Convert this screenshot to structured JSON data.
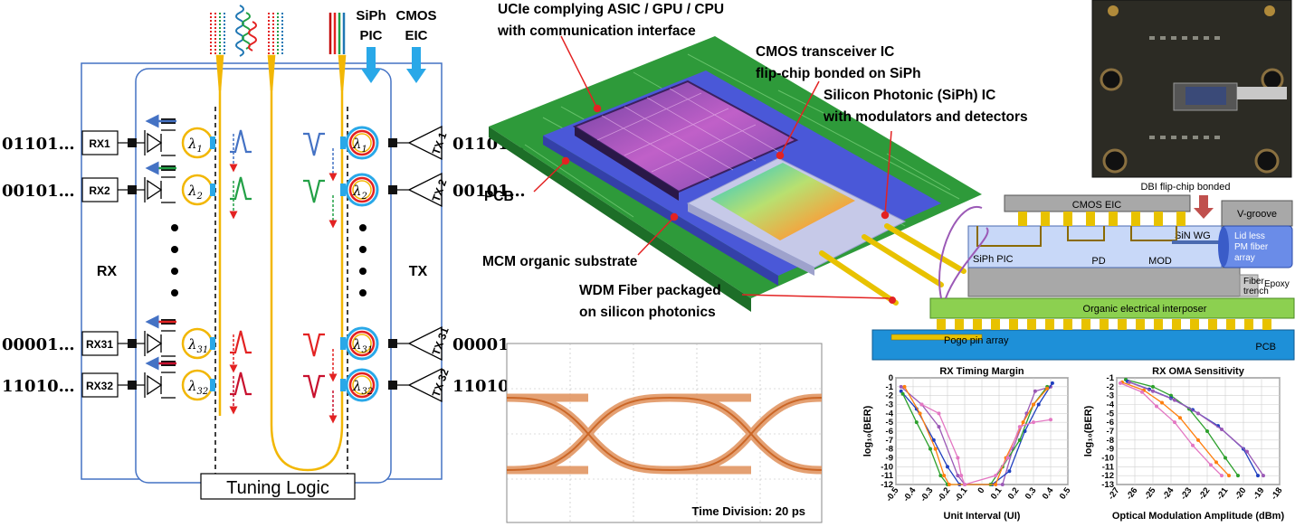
{
  "left_panel": {
    "header_siph": [
      "SiPh",
      "PIC"
    ],
    "header_cmos": [
      "CMOS",
      "EIC"
    ],
    "rx_label": "RX",
    "tx_label": "TX",
    "tuning_logic": "Tuning Logic",
    "channels": [
      {
        "bits_in": "01101…",
        "rx": "RX1",
        "lambda": "λ",
        "sub": "1",
        "tx": "TX 1",
        "bits_out": "01101…",
        "color": "#4472c4"
      },
      {
        "bits_in": "00101…",
        "rx": "RX2",
        "lambda": "λ",
        "sub": "2",
        "tx": "TX 2",
        "bits_out": "00101…",
        "color": "#22a046"
      },
      {
        "bits_in": "00001…",
        "rx": "RX31",
        "lambda": "λ",
        "sub": "31",
        "tx": "TX 31",
        "bits_out": "00001…",
        "color": "#e32222"
      },
      {
        "bits_in": "11010…",
        "rx": "RX32",
        "lambda": "λ",
        "sub": "32",
        "tx": "TX 32",
        "bits_out": "11010…",
        "color": "#c8102e"
      }
    ]
  },
  "package": {
    "ucie_line1": "UCIe complying ASIC / GPU / CPU",
    "ucie_line2": "with communication interface",
    "cmos_line1": "CMOS transceiver IC",
    "cmos_line2": "flip-chip bonded on SiPh",
    "siph_line1": "Silicon Photonic (SiPh) IC",
    "siph_line2": "with modulators and detectors",
    "pcb": "PCB",
    "mcm": "MCM organic substrate",
    "wdm_line1": "WDM Fiber packaged",
    "wdm_line2": "on silicon photonics"
  },
  "photo": {
    "caption": "DBI flip-chip bonded"
  },
  "cross_section": {
    "cmos_eic": "CMOS EIC",
    "v_groove": "V-groove",
    "lid_line1": "Lid less",
    "lid_line2": "PM fiber",
    "lid_line3": "array",
    "sin_wg": "SiN WG",
    "siph_pic": "SiPh PIC",
    "pd": "PD",
    "mod": "MOD",
    "fiber_trench_line1": "Fiber",
    "fiber_trench_line2": "trench",
    "epoxy": "Epoxy",
    "interposer": "Organic electrical interposer",
    "pogo": "Pogo pin array",
    "pcb": "PCB"
  },
  "eye": {
    "caption": "Time Division: 20 ps"
  },
  "charts": {
    "timing": {
      "title": "RX Timing Margin",
      "xlabel": "Unit Interval (UI)",
      "ylabel": "log₁₀(BER)"
    },
    "oma": {
      "title": "RX OMA Sensitivity",
      "xlabel": "Optical Modulation Amplitude (dBm)",
      "ylabel": "log₁₀(BER)"
    }
  },
  "chart_data": [
    {
      "type": "line",
      "title": "RX Timing Margin",
      "xlabel": "Unit Interval (UI)",
      "ylabel": "log10(BER)",
      "xlim": [
        -0.5,
        0.5
      ],
      "ylim": [
        -12,
        0
      ],
      "xticks": [
        "-0.5",
        "-0.4",
        "-0.3",
        "-0.2",
        "-0.1",
        "0",
        "0.1",
        "0.2",
        "0.3",
        "0.4",
        "0.5"
      ],
      "yticks": [
        "0",
        "-1",
        "-2",
        "-3",
        "-4",
        "-5",
        "-6",
        "-7",
        "-8",
        "-9",
        "-10",
        "-11",
        "-12"
      ],
      "grid": true,
      "series": [
        {
          "color": "#9b59b6",
          "x": [
            -0.47,
            -0.35,
            -0.25,
            -0.14,
            -0.1,
            0.12,
            0.18,
            0.26,
            0.31,
            0.4
          ],
          "y": [
            -1,
            -3,
            -5.5,
            -11,
            -12,
            -12,
            -8,
            -4,
            -1.5,
            -1
          ]
        },
        {
          "color": "#1f3fbf",
          "x": [
            -0.47,
            -0.38,
            -0.28,
            -0.2,
            -0.13,
            0.06,
            0.16,
            0.25,
            0.33,
            0.41
          ],
          "y": [
            -1.5,
            -3.5,
            -7,
            -10,
            -12,
            -12,
            -10.5,
            -6,
            -3,
            -0.6
          ]
        },
        {
          "color": "#2ca02c",
          "x": [
            -0.46,
            -0.38,
            -0.3,
            -0.24,
            -0.2,
            0.05,
            0.12,
            0.22,
            0.3,
            0.38
          ],
          "y": [
            -1.8,
            -5,
            -8,
            -11,
            -12,
            -12,
            -10,
            -7,
            -3,
            -1
          ]
        },
        {
          "color": "#ff7f0e",
          "x": [
            -0.45,
            -0.36,
            -0.27,
            -0.22,
            -0.19,
            0.08,
            0.14,
            0.24,
            0.3,
            0.38
          ],
          "y": [
            -1,
            -4,
            -8,
            -11,
            -12,
            -12,
            -9,
            -5,
            -3,
            -1.2
          ]
        },
        {
          "color": "#e377c2",
          "x": [
            -0.35,
            -0.25,
            -0.14,
            -0.12,
            -0.1,
            0.08,
            0.15,
            0.22,
            0.3,
            0.4
          ],
          "y": [
            -3,
            -4,
            -9,
            -11,
            -12,
            -11,
            -9,
            -5.5,
            -5,
            -4.7
          ]
        }
      ]
    },
    {
      "type": "line",
      "title": "RX OMA Sensitivity",
      "xlabel": "Optical Modulation Amplitude (dBm)",
      "ylabel": "log10(BER)",
      "xlim": [
        -27,
        -18
      ],
      "ylim": [
        -13,
        -1
      ],
      "xticks": [
        "-27",
        "-26",
        "-25",
        "-24",
        "-23",
        "-22",
        "-21",
        "-20",
        "-19",
        "-18"
      ],
      "yticks": [
        "-1",
        "-2",
        "-3",
        "-4",
        "-5",
        "-6",
        "-7",
        "-8",
        "-9",
        "-10",
        "-11",
        "-12",
        "-13"
      ],
      "grid": true,
      "series": [
        {
          "color": "#2ca02c",
          "x": [
            -26.5,
            -25,
            -24,
            -23,
            -22,
            -21,
            -20.3
          ],
          "y": [
            -1.2,
            -2,
            -3,
            -4.5,
            -7,
            -10,
            -12
          ]
        },
        {
          "color": "#ff7f0e",
          "x": [
            -26.7,
            -25.5,
            -24.5,
            -23.5,
            -22.5,
            -21.5,
            -20.8
          ],
          "y": [
            -1.5,
            -2.4,
            -3.8,
            -5.5,
            -8,
            -10.5,
            -12
          ]
        },
        {
          "color": "#e377c2",
          "x": [
            -26.8,
            -25.6,
            -24.8,
            -23.8,
            -22.8,
            -21.8,
            -21.2
          ],
          "y": [
            -1.6,
            -2.6,
            -4.2,
            -6,
            -8.6,
            -10.8,
            -12
          ]
        },
        {
          "color": "#1f3fbf",
          "x": [
            -26.4,
            -25.2,
            -24,
            -22.8,
            -21.4,
            -20,
            -19.2
          ],
          "y": [
            -1.4,
            -2.3,
            -3.3,
            -4.6,
            -6.4,
            -9,
            -12
          ]
        },
        {
          "color": "#9b59b6",
          "x": [
            -26.3,
            -25,
            -23.8,
            -22.5,
            -21.2,
            -19.8,
            -18.9
          ],
          "y": [
            -1.5,
            -2.5,
            -3.5,
            -5,
            -6.8,
            -9.3,
            -12
          ]
        }
      ]
    }
  ]
}
